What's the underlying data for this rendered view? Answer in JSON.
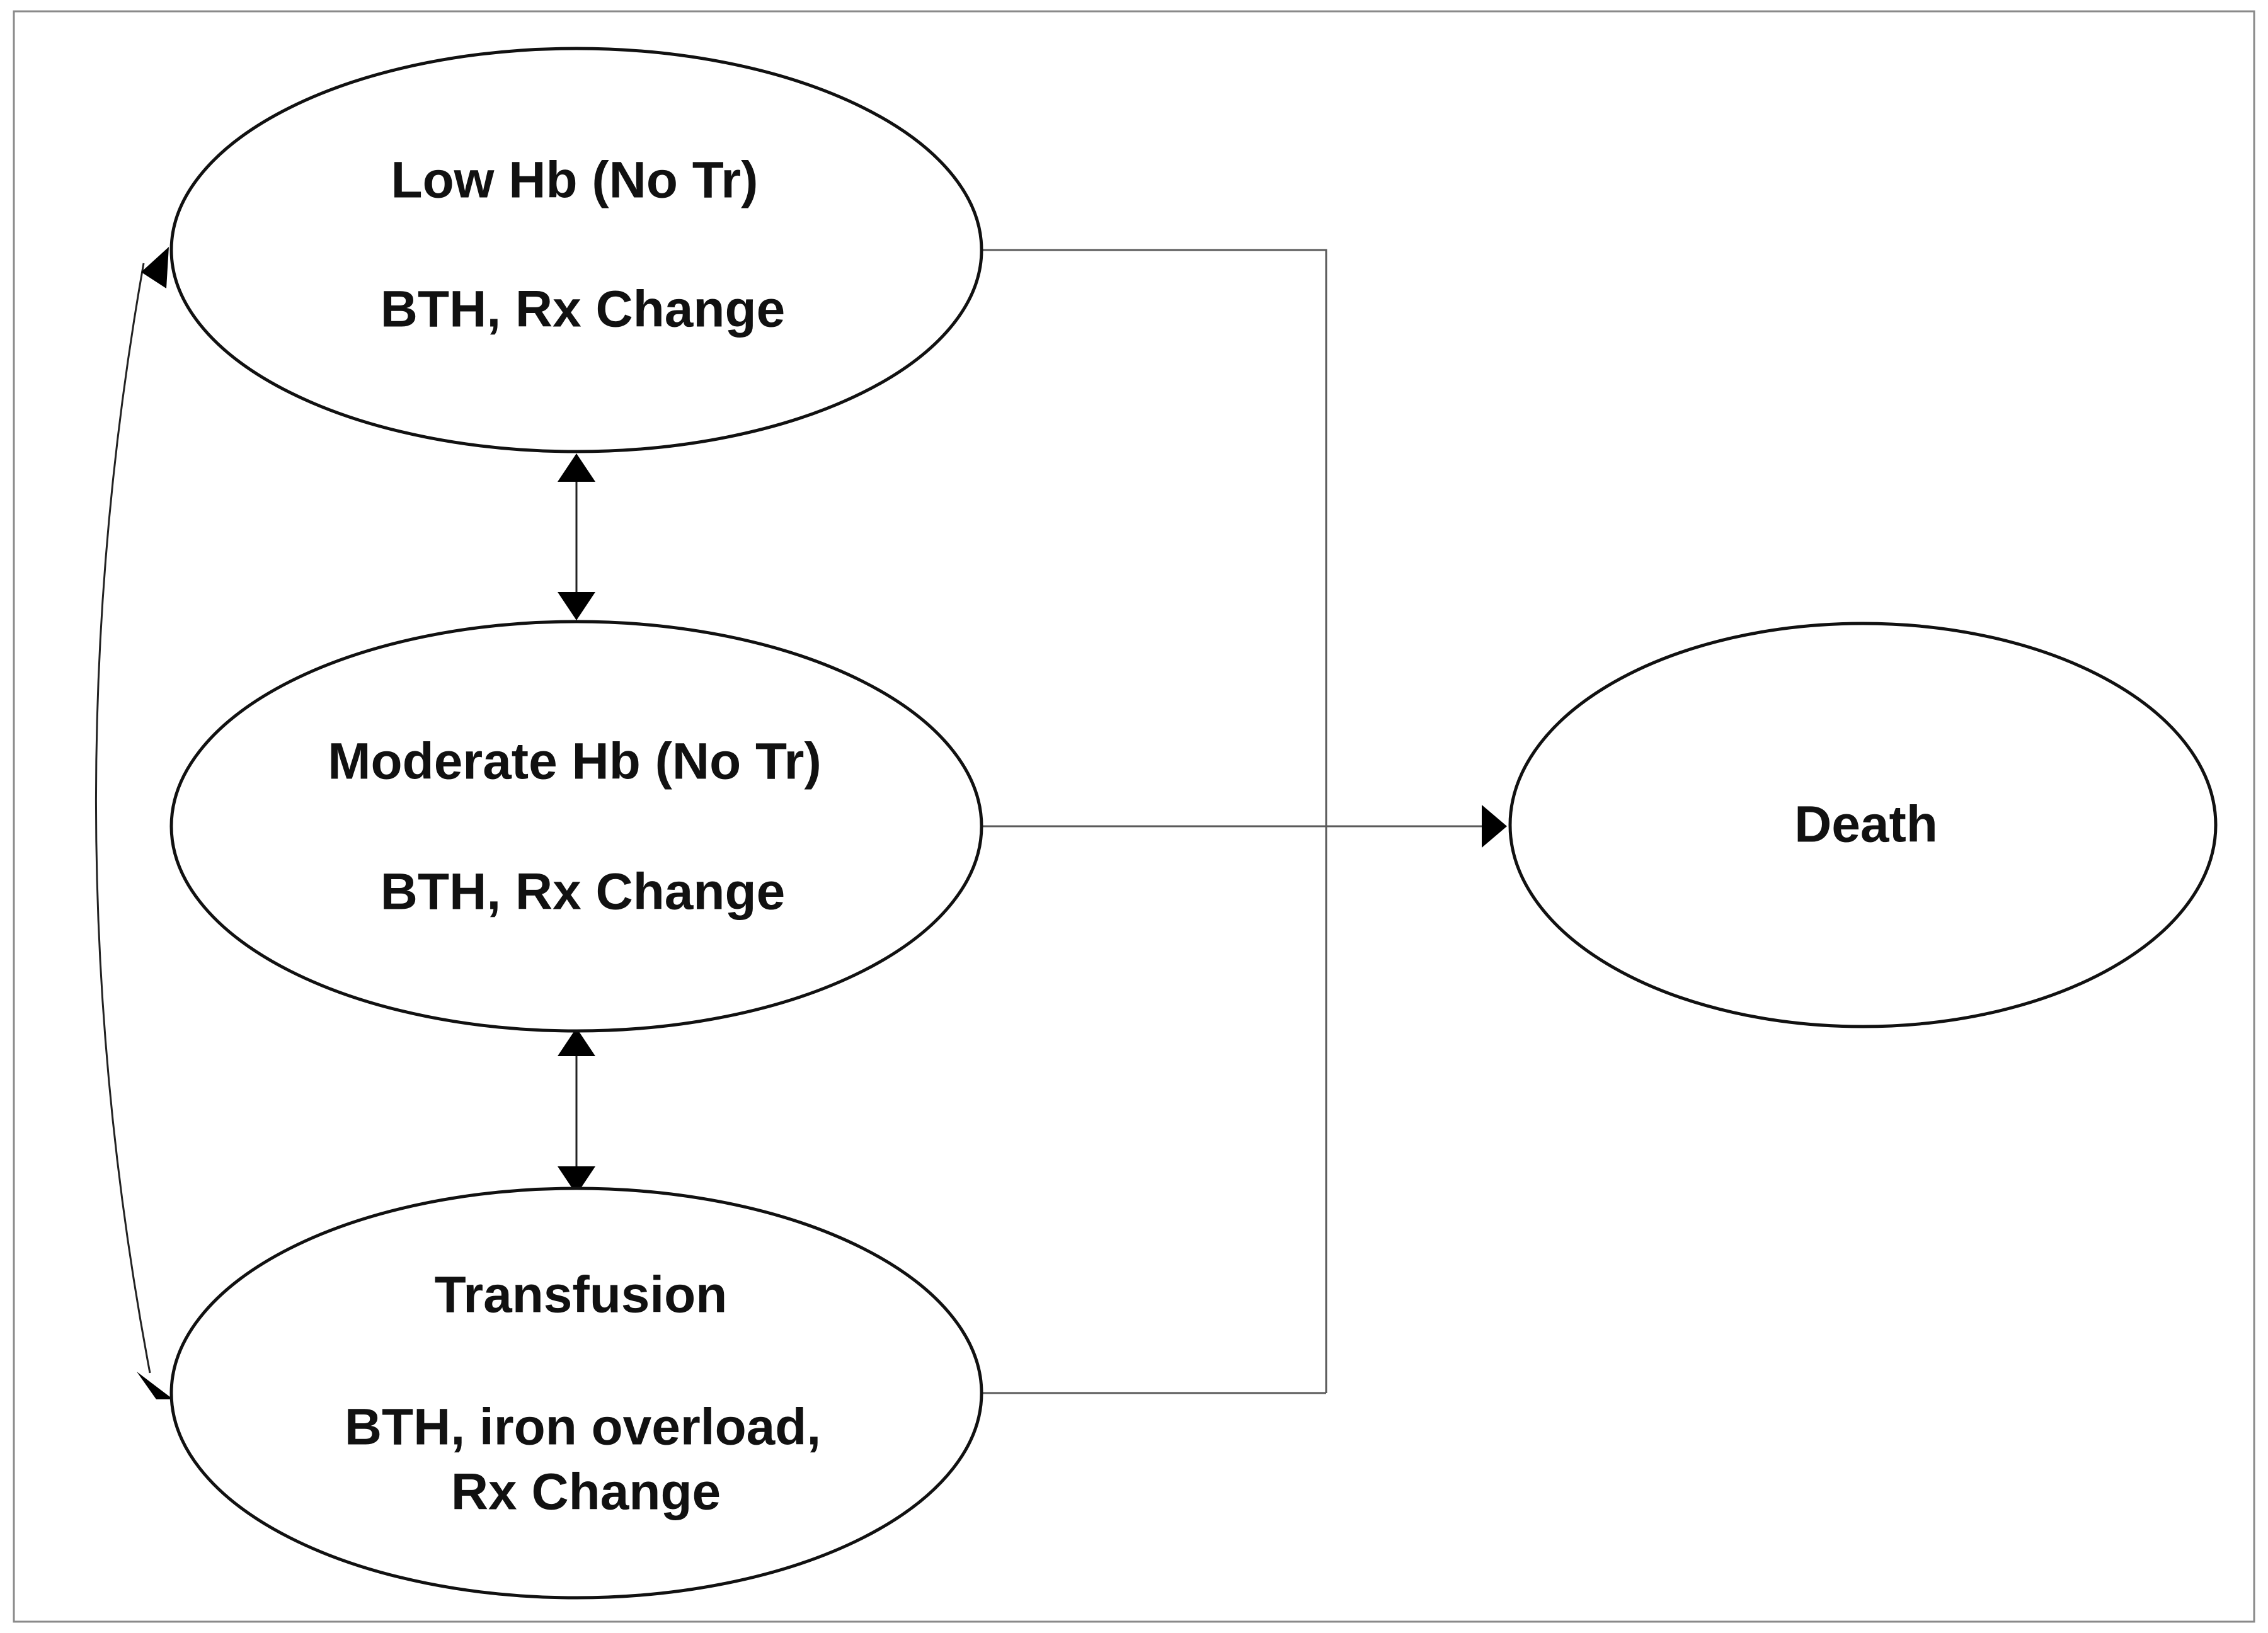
{
  "diagram": {
    "nodes": {
      "low_hb": {
        "title": "Low Hb (No Tr)",
        "subtitle": "BTH, Rx Change"
      },
      "moderate_hb": {
        "title": "Moderate Hb (No Tr)",
        "subtitle": "BTH, Rx Change"
      },
      "transfusion": {
        "title": "Transfusion",
        "subtitle_line1": "BTH, iron overload,",
        "subtitle_line2": "Rx Change"
      },
      "death": {
        "title": "Death"
      }
    },
    "edges": [
      {
        "from": "Low Hb (No Tr)",
        "to": "Moderate Hb (No Tr)",
        "direction": "bidirectional"
      },
      {
        "from": "Moderate Hb (No Tr)",
        "to": "Transfusion",
        "direction": "bidirectional"
      },
      {
        "from": "Low Hb (No Tr)",
        "to": "Transfusion",
        "direction": "bidirectional"
      },
      {
        "from": "Low Hb (No Tr)",
        "to": "Death",
        "direction": "forward"
      },
      {
        "from": "Moderate Hb (No Tr)",
        "to": "Death",
        "direction": "forward"
      },
      {
        "from": "Transfusion",
        "to": "Death",
        "direction": "forward"
      }
    ],
    "colors": {
      "stroke": "#111111",
      "connector": "#5a5a5a",
      "background": "#ffffff",
      "frame": "#8a8a8a"
    }
  }
}
